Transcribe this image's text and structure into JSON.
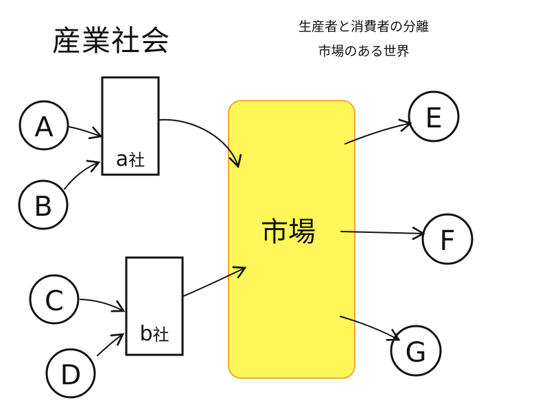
{
  "title": "産業社会",
  "subtitle": {
    "line1": "生産者と消費者の分離",
    "line2": "市場のある世界"
  },
  "consumers_in": [
    "A",
    "B",
    "C",
    "D"
  ],
  "companies": [
    {
      "label_letter": "a",
      "label_suffix": "社"
    },
    {
      "label_letter": "b",
      "label_suffix": "社"
    }
  ],
  "market": {
    "label": "市場",
    "fill_color": "#fff659",
    "border_color": "#f0a830"
  },
  "consumers_out": [
    "E",
    "F",
    "G"
  ]
}
